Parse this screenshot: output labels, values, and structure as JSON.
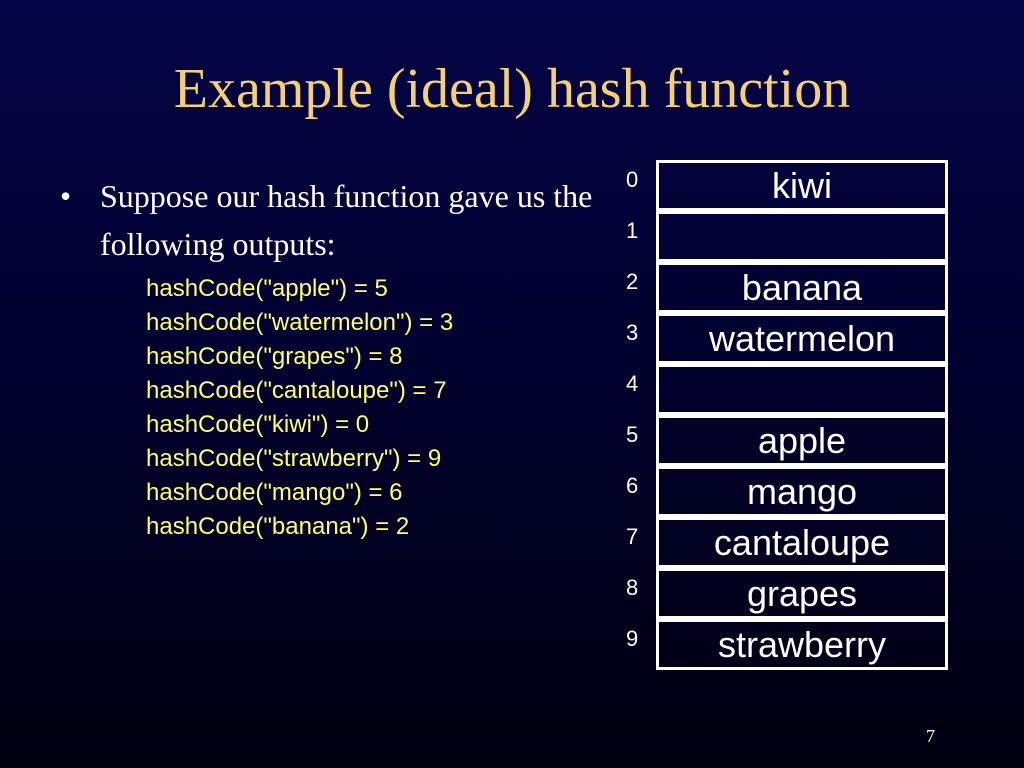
{
  "slide": {
    "title": "Example (ideal) hash function",
    "bullet": {
      "marker": "•",
      "text": "Suppose our hash function gave us the following outputs:"
    },
    "code_lines": [
      "hashCode(\"apple\") = 5",
      "hashCode(\"watermelon\") = 3",
      "hashCode(\"grapes\") = 8",
      "hashCode(\"cantaloupe\") = 7",
      "hashCode(\"kiwi\") = 0",
      "hashCode(\"strawberry\") = 9",
      "hashCode(\"mango\") = 6",
      "hashCode(\"banana\") = 2"
    ],
    "table": [
      {
        "index": "0",
        "value": "kiwi"
      },
      {
        "index": "1",
        "value": ""
      },
      {
        "index": "2",
        "value": "banana"
      },
      {
        "index": "3",
        "value": "watermelon"
      },
      {
        "index": "4",
        "value": ""
      },
      {
        "index": "5",
        "value": "apple"
      },
      {
        "index": "6",
        "value": "mango"
      },
      {
        "index": "7",
        "value": "cantaloupe"
      },
      {
        "index": "8",
        "value": "grapes"
      },
      {
        "index": "9",
        "value": "strawberry"
      }
    ],
    "page_number": "7"
  },
  "colors": {
    "title": "#f6d06b",
    "code": "#ffff66",
    "text": "#ffffff",
    "background": "#020446"
  }
}
